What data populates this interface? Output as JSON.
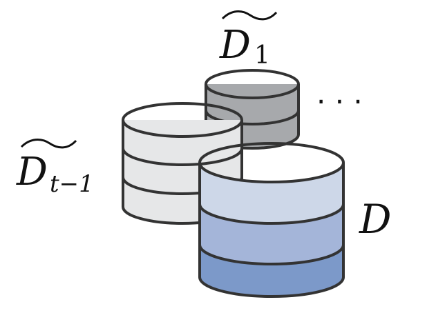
{
  "labels": {
    "d1_main": "D",
    "d1_sub": "1",
    "dt1_main": "D",
    "dt1_sub": "t−1",
    "d_main": "D",
    "ellipsis": "· · ·"
  },
  "colors": {
    "outline": "#333333",
    "gray_top": "#ffffff",
    "gray_body": "#a7a9ac",
    "gray_body_light": "#bfc1c4",
    "light_top": "#ffffff",
    "light_body": "#e6e7e8",
    "blue_top": "#ffffff",
    "blue_layer1": "#cdd7e8",
    "blue_layer2": "#a4b5d9",
    "blue_layer3": "#7c99c9"
  }
}
